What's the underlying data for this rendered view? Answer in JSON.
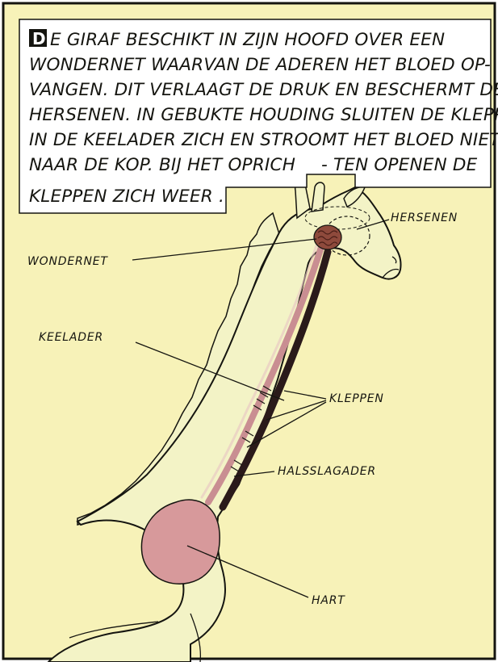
{
  "colors": {
    "background": "#f7f2b8",
    "giraffe": "#f3f3c6",
    "outline": "#151510",
    "heart": "#d7999b",
    "vessel_pink": "#c98e92",
    "vessel_dark": "#2a1a1a",
    "rete": "#8e4a3c",
    "caption_box": "#ffffff"
  },
  "caption": {
    "initial": "D",
    "lines": [
      "E GIRAF BESCHIKT IN ZIJN HOOFD OVER EEN",
      "WONDERNET WAARVAN DE ADEREN HET BLOED OP-",
      "VANGEN. DIT VERLAAGT DE DRUK EN BESCHERMT DE",
      "HERSENEN. IN GEBUKTE HOUDING SLUITEN DE KLEPPEN",
      "IN DE KEELADER ZICH EN STROOMT HET BLOED NIET",
      "NAAR DE KOP. BIJ HET OPRICH",
      "KLEPPEN ZICH WEER ."
    ],
    "line6_tail": "- TEN OPENEN DE"
  },
  "labels": {
    "hersenen": "HERSENEN",
    "wondernet": "WONDERNET",
    "keelader": "KEELADER",
    "kleppen": "KLEPPEN",
    "halsslagader": "HALSSLAGADER",
    "hart": "HART"
  }
}
